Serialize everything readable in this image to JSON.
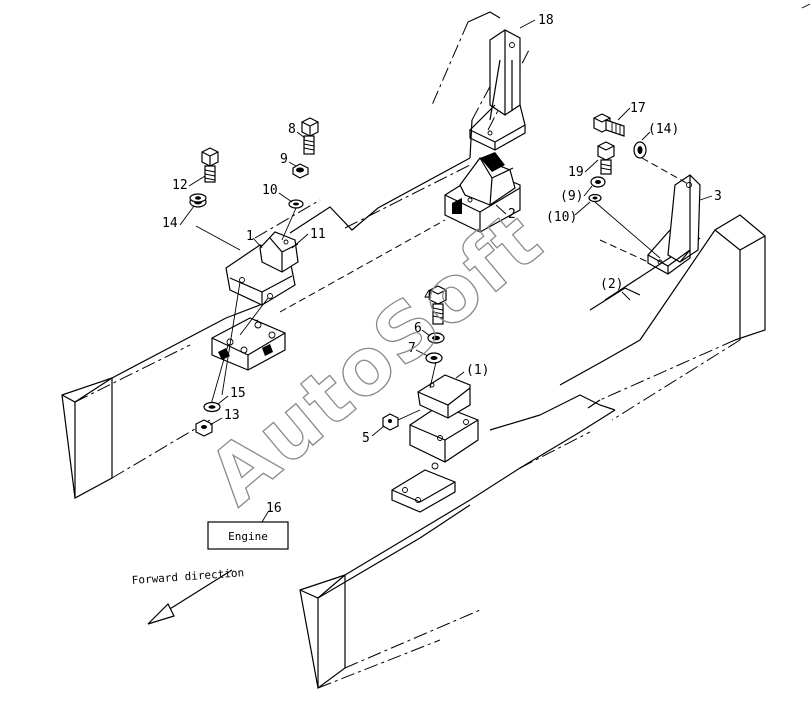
{
  "labels": {
    "p1": "1",
    "p1b": "(1)",
    "p2": "2",
    "p2b": "(2)",
    "p3": "3",
    "p4": "4",
    "p5": "5",
    "p6": "6",
    "p7": "7",
    "p8": "8",
    "p9": "9",
    "p9b": "(9)",
    "p10": "10",
    "p10b": "(10)",
    "p11": "11",
    "p12": "12",
    "p13": "13",
    "p14": "14",
    "p14b": "(14)",
    "p15": "15",
    "p16": "16",
    "p17": "17",
    "p18": "18",
    "p19": "19"
  },
  "engine_box": "Engine",
  "forward_label": "Forward direction",
  "watermark": "AutoSoft"
}
